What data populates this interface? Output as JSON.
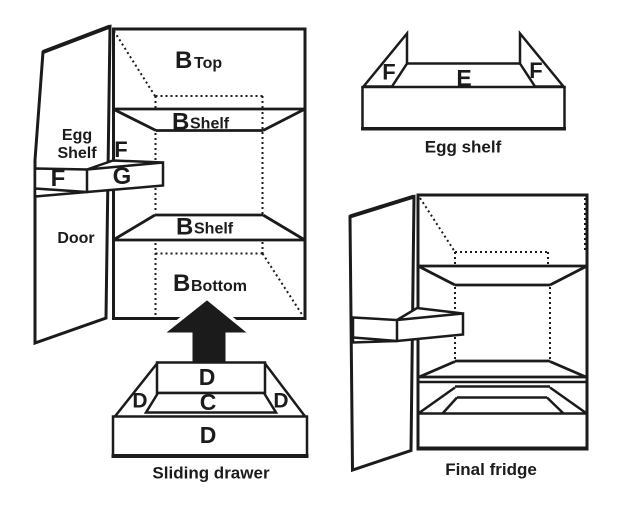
{
  "palette": {
    "ink": "#1b1b1b",
    "paper": "#ffffff"
  },
  "main_fridge": {
    "b_top": "B",
    "b_top_word": "Top",
    "b_shelf_upper": "B",
    "b_shelf_upper_word": "Shelf",
    "door_egg_label_1": "Egg",
    "door_egg_label_2": "Shelf",
    "fin_label": "F",
    "door_shelf_left_label": "F",
    "door_shelf_tray_label": "G",
    "door_label": "Door",
    "b_shelf_lower": "B",
    "b_shelf_lower_word": "Shelf",
    "b_bottom": "B",
    "b_bottom_word": "Bottom"
  },
  "egg_shelf": {
    "left_fin_label": "F",
    "base_label": "E",
    "right_fin_label": "F",
    "caption": "Egg shelf"
  },
  "sliding_drawer": {
    "back_label": "D",
    "left_label": "D",
    "base_label": "C",
    "right_label": "D",
    "front_label": "D",
    "caption": "Sliding drawer"
  },
  "final_fridge": {
    "caption": "Final fridge"
  }
}
